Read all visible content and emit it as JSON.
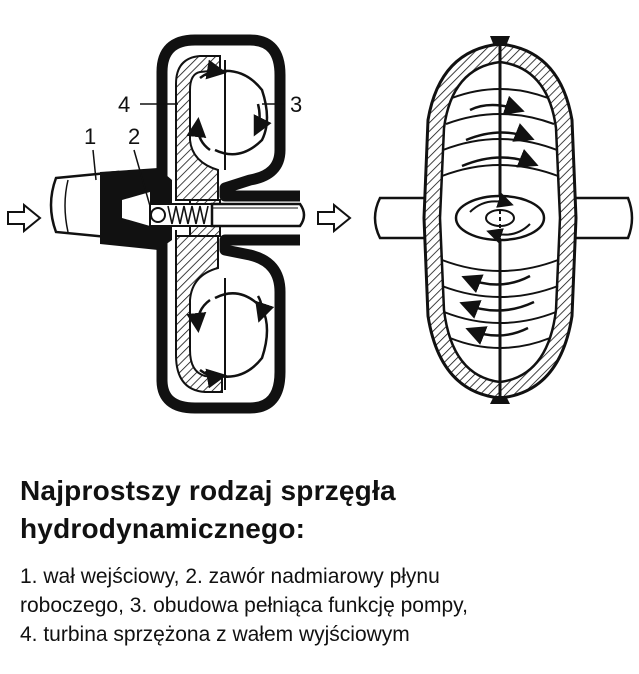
{
  "labels": {
    "shaft": "1",
    "valve": "2",
    "pump_housing": "3",
    "turbine": "4"
  },
  "caption": {
    "title_lines": [
      "Najprostszy rodzaj sprzęgła",
      "hydrodynamicznego:"
    ],
    "description_lines": [
      "1. wał wejściowy, 2. zawór nadmiarowy płynu",
      "roboczego, 3. obudowa pełniąca funkcję pompy,",
      "4. turbina sprzężona z wałem wyjściowym"
    ]
  }
}
